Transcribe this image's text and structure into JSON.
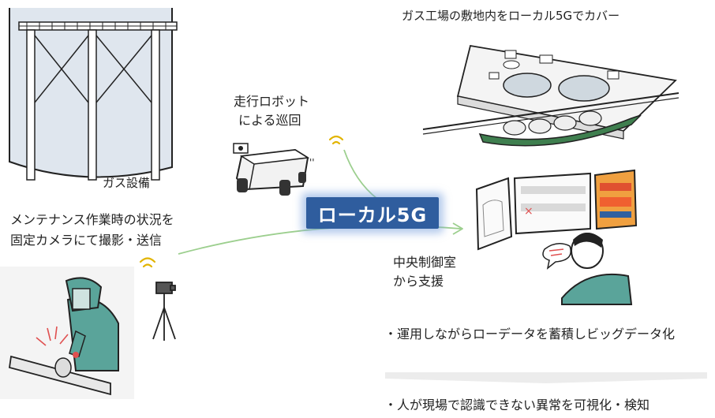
{
  "labels": {
    "gas_equipment": "ガス設備",
    "robot_line1": "走行ロボット",
    "robot_line2": "による巡回",
    "plant_caption": "ガス工場の敷地内をローカル5Gでカバー",
    "maintenance_line1": "メンテナンス作業時の状況を",
    "maintenance_line2": "固定カメラにて撮影・送信",
    "control_line1": "中央制御室",
    "control_line2": "から支援",
    "local5g": "ローカル5G"
  },
  "bullets": {
    "first": "・運用しながらローデータを蓄積しビッグデータ化",
    "second": "・人が現場で認識できない異常を可視化・検知"
  },
  "colors": {
    "badge": "#2f5d9e",
    "arrow": "#9ccf8e",
    "signal": "#e2b400",
    "ship_hull": "#3f7f4f",
    "worker": "#5aa49a"
  }
}
